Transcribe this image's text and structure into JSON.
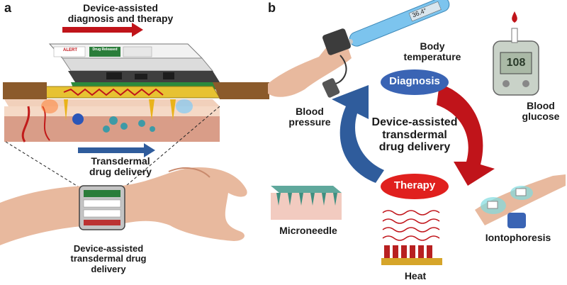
{
  "panel_a": {
    "letter": "a",
    "top_arrow_label_line1": "Device-assisted",
    "top_arrow_label_line2": "diagnosis and therapy",
    "mid_arrow_label_line1": "Transdermal",
    "mid_arrow_label_line2": "drug delivery",
    "wrist_label_line1": "Device-assisted",
    "wrist_label_line2": "transdermal drug",
    "wrist_label_line3": "delivery",
    "screen_texts": {
      "alert": "ALERT",
      "drug_released": "Drug Released"
    }
  },
  "panel_b": {
    "letter": "b",
    "center_line1": "Device-assisted",
    "center_line2": "transdermal",
    "center_line3": "drug delivery",
    "diagnosis": "Diagnosis",
    "therapy": "Therapy",
    "body_temp_line1": "Body",
    "body_temp_line2": "temperature",
    "blood_pressure_line1": "Blood",
    "blood_pressure_line2": "pressure",
    "blood_glucose_line1": "Blood",
    "blood_glucose_line2": "glucose",
    "microneedle": "Microneedle",
    "heat": "Heat",
    "iontophoresis": "Iontophoresis",
    "thermometer_readout": "36.4°",
    "glucose_readout": "108"
  },
  "colors": {
    "red_arrow": "#c0141a",
    "blue_arrow": "#2f5c9c",
    "diagnosis_fill": "#3a64b4",
    "therapy_fill": "#e0201e",
    "skin": "#e8b99e"
  }
}
